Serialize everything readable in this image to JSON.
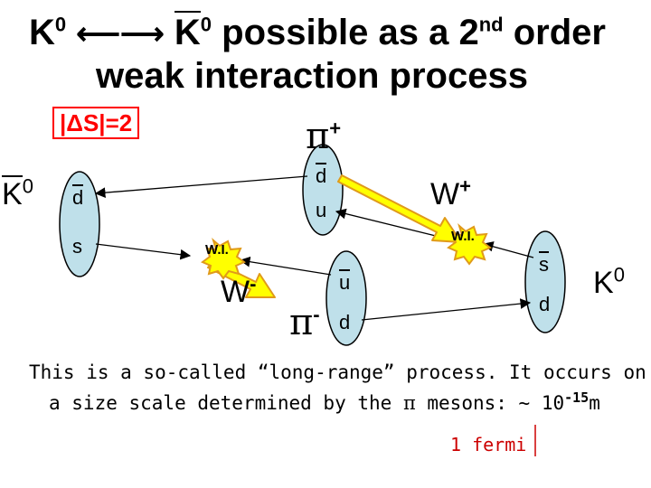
{
  "title": {
    "line1_k": "K",
    "line1_sup": "0",
    "line1_kbar": "K",
    "line1_kbar_sup": "0",
    "line1_rest_a": "possible as a 2",
    "line1_rest_sup": "nd",
    "line1_rest_b": "order",
    "line2": "weak interaction process"
  },
  "delta_s": "|ΔS|=2",
  "particles": {
    "k0bar": {
      "symbol": "K",
      "sup": "0"
    },
    "k0": {
      "symbol": "K",
      "sup": "0"
    },
    "pi_plus": {
      "symbol": "π",
      "sup": "+"
    },
    "pi_minus": {
      "symbol": "π",
      "sup": "-"
    },
    "w_plus": {
      "symbol": "W",
      "sup": "+"
    },
    "w_minus": {
      "symbol": "W",
      "sup": "-"
    }
  },
  "quarks": {
    "left_top": "d",
    "left_bottom": "s",
    "pi_plus_top": "d",
    "pi_plus_bottom": "u",
    "pi_minus_top": "u",
    "pi_minus_bottom": "d",
    "right_top": "s",
    "right_bottom": "d"
  },
  "vertex_label": "W.I.",
  "caption": {
    "line1": "This is a so-called “long-range” process.  It occurs on",
    "line2_a": "a size scale determined by the ",
    "line2_pi": "π",
    "line2_b": " mesons: ~ 10",
    "line2_sup": "-15",
    "line2_c": "m"
  },
  "note": "1 fermi",
  "colors": {
    "quark_fill": "#bfe0ea",
    "w_arrow_fill": "#ffff00",
    "w_arrow_stroke": "#e09a1a",
    "delta_s": "#ff0000",
    "annotation": "#cc0000"
  }
}
